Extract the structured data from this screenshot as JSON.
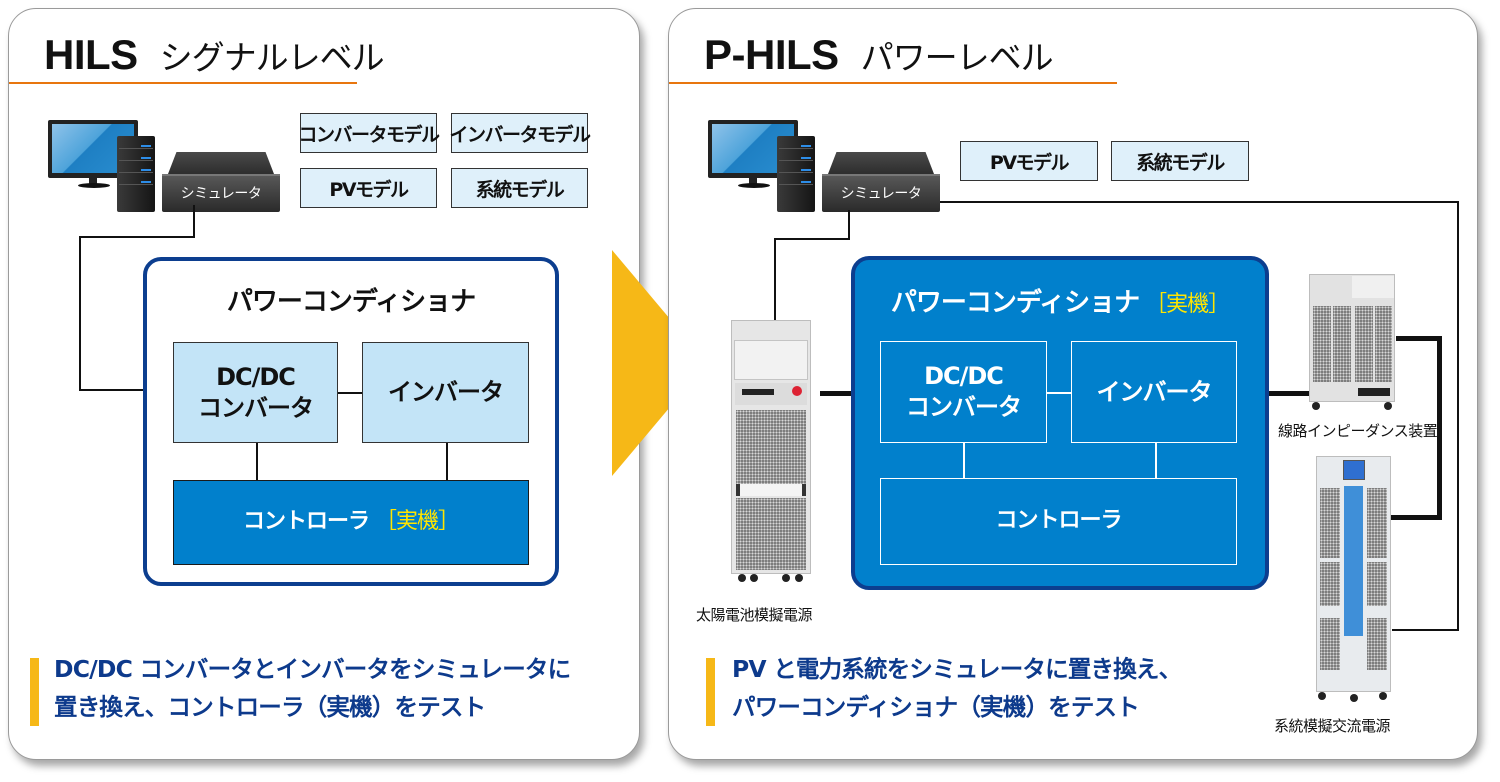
{
  "colors": {
    "title_rule": "#e8760e",
    "arrow": "#f6b817",
    "pcs_border": "#0c3e8f",
    "pcs_blue": "#0180cc",
    "model_box_bg": "#dff0fa",
    "block_light": "#c3e4f7",
    "caption_text": "#0d3a8c",
    "highlight_text": "#ffe500"
  },
  "hils": {
    "title_main": "HILS",
    "title_sub": "シグナルレベル",
    "computer_icon": "computer-icon",
    "simulator_label": "シミュレータ",
    "models": [
      "コンバータモデル",
      "インバータモデル",
      "PVモデル",
      "系統モデル"
    ],
    "pcs": {
      "title": "パワーコンディショナ",
      "dcdc_line1": "DC/DC",
      "dcdc_line2": "コンバータ",
      "inverter": "インバータ",
      "controller": "コントローラ",
      "controller_tag": "［実機］"
    },
    "caption_line1": "DC/DC コンバータとインバータをシミュレータに",
    "caption_line2": "置き換え、コントローラ（実機）をテスト"
  },
  "arrow_icon": "arrow-right-icon",
  "phils": {
    "title_main": "P-HILS",
    "title_sub": "パワーレベル",
    "computer_icon": "computer-icon",
    "simulator_label": "シミュレータ",
    "models": [
      "PVモデル",
      "系統モデル"
    ],
    "pcs": {
      "title": "パワーコンディショナ",
      "title_tag": "［実機］",
      "dcdc_line1": "DC/DC",
      "dcdc_line2": "コンバータ",
      "inverter": "インバータ",
      "controller": "コントローラ"
    },
    "devices": {
      "pv_simulator": "太陽電池模擬電源",
      "line_impedance": "線路インピーダンス装置",
      "ac_source": "系統模擬交流電源"
    },
    "caption_line1": "PV と電力系統をシミュレータに置き換え、",
    "caption_line2": "パワーコンディショナ（実機）をテスト"
  }
}
